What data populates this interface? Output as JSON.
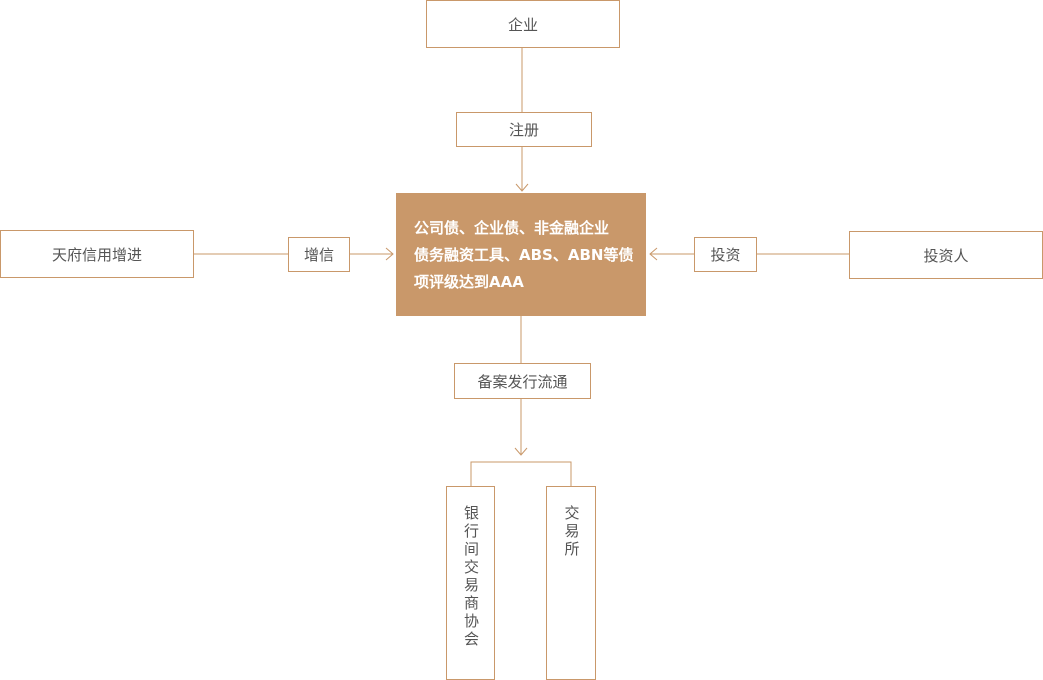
{
  "nodes": {
    "company": "企业",
    "register": "注册",
    "center_lines": [
      "公司债、企业债、非金融企业",
      "债务融资工具、ABS、ABN等债",
      "项评级达到AAA"
    ],
    "guarantor": "天府信用增进",
    "credit_enhance": "增信",
    "invest": "投资",
    "investor": "投资人",
    "filing": "备案发行流通",
    "interbank": "银行间交易商协会",
    "exchange": "交易所"
  },
  "colors": {
    "accent": "#c9986a",
    "text": "#555555",
    "center_text": "#ffffff"
  }
}
